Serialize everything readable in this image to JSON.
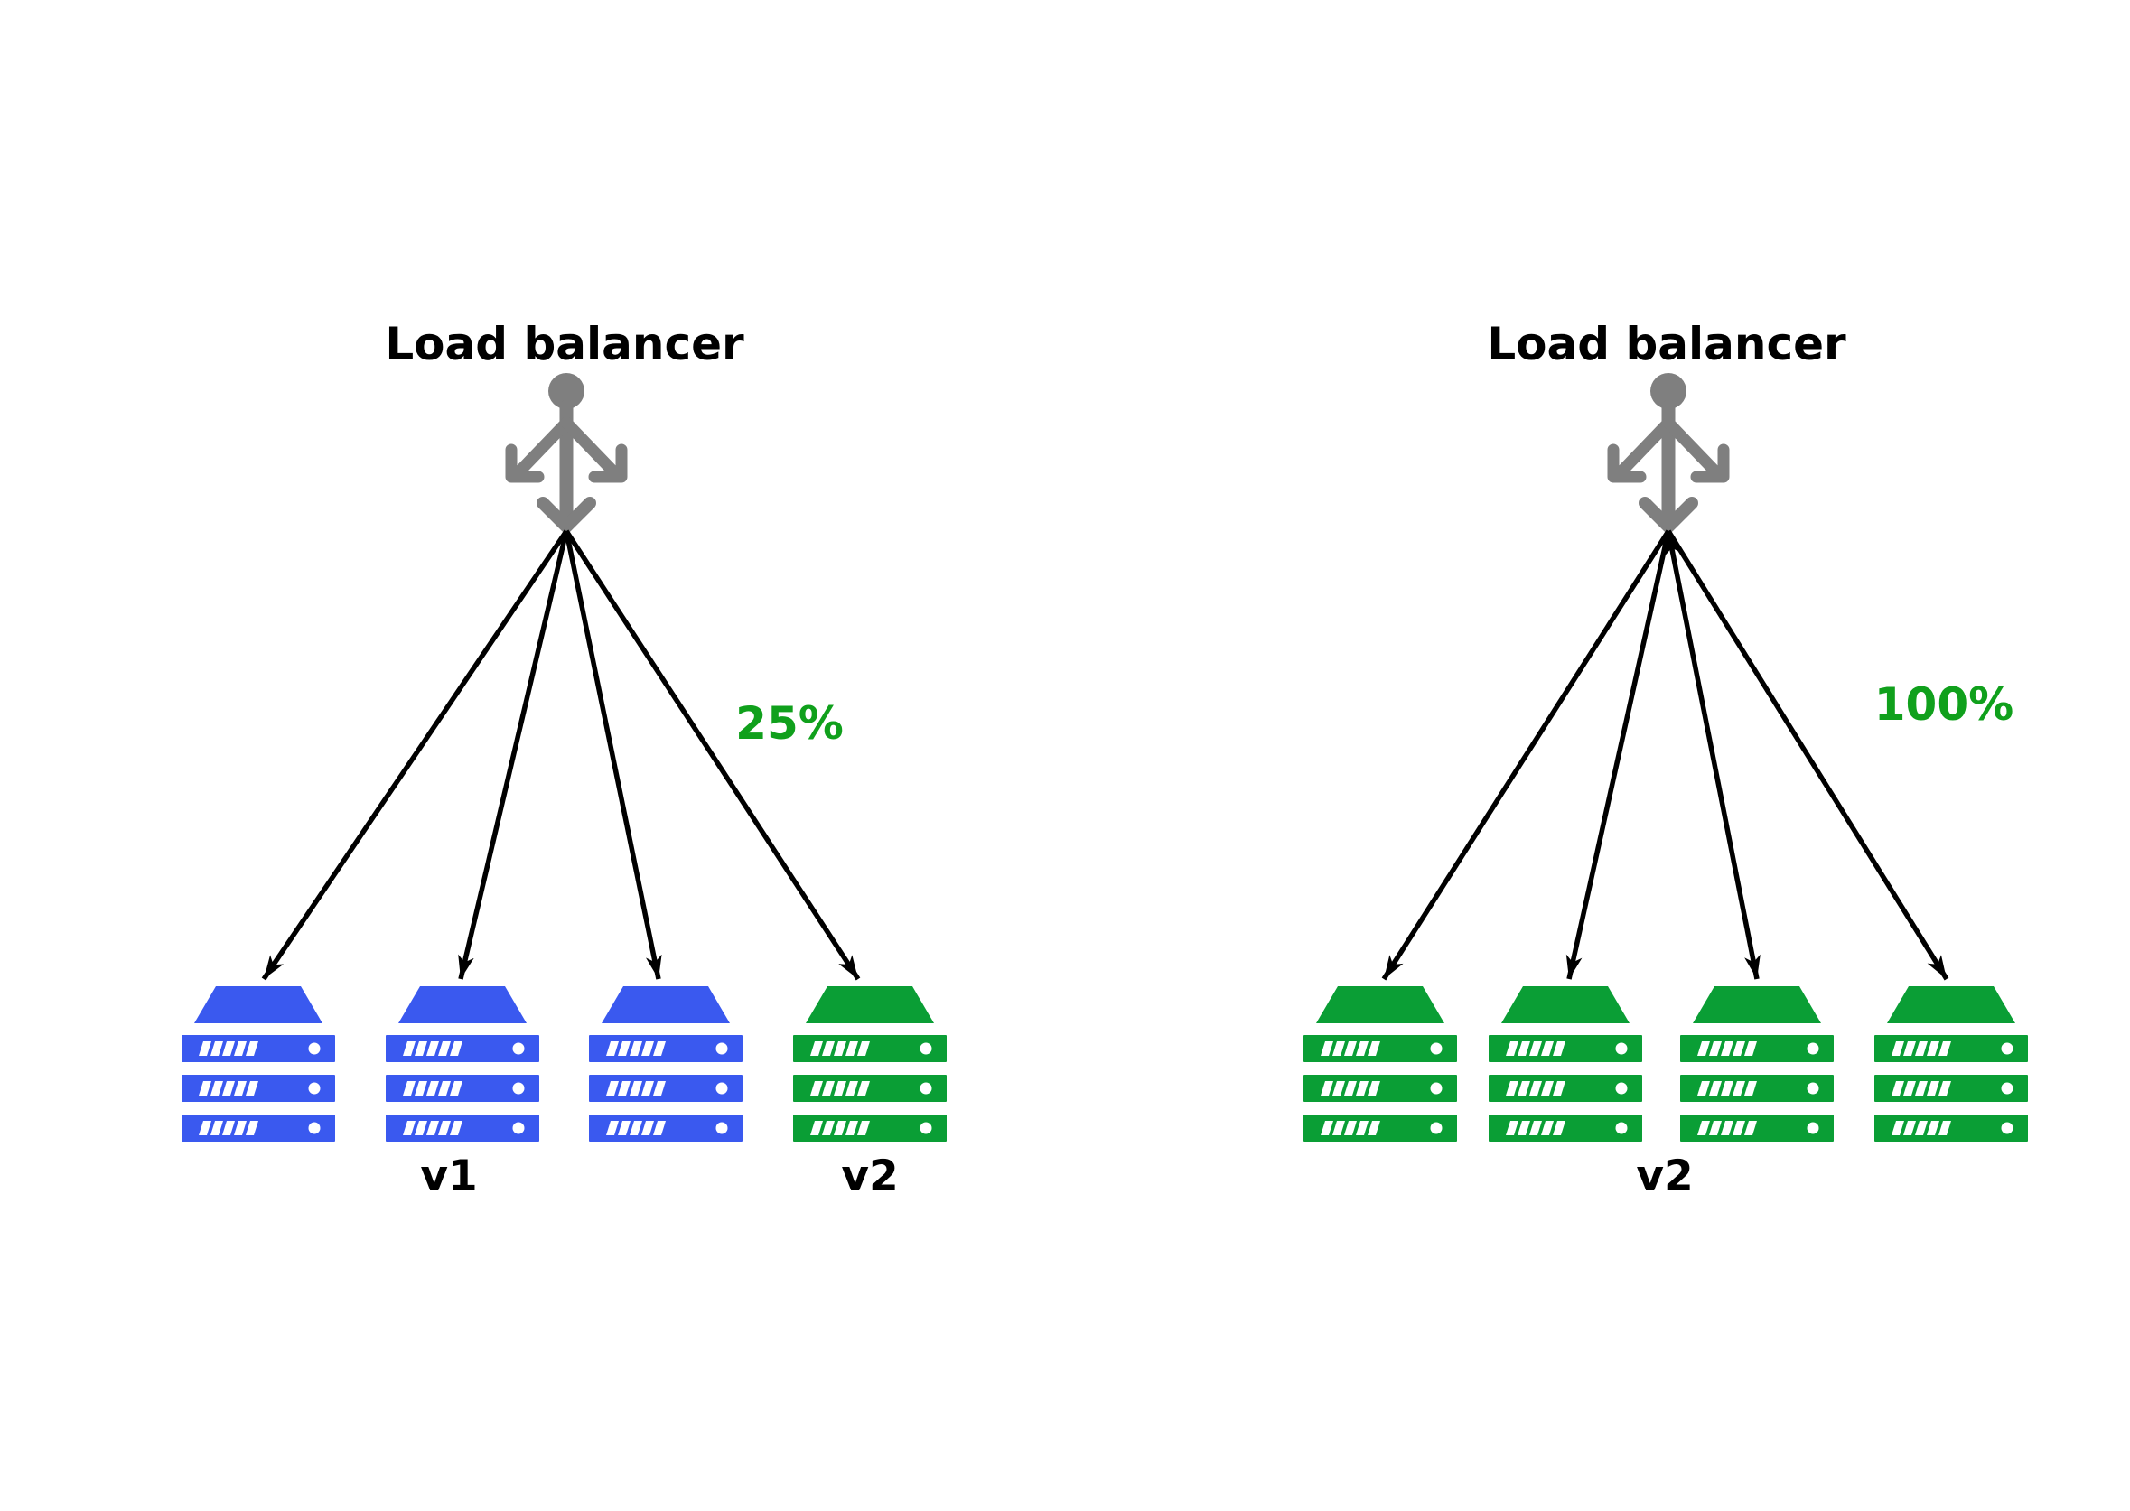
{
  "colors": {
    "background": "#FFFFFF",
    "server_blue": "#3A59EF",
    "server_green": "#0A9E35",
    "traffic_label_green": "#10A01C",
    "icon_gray": "#7F7F7F",
    "arrow_black": "#000000",
    "title_black": "#000000"
  },
  "icons": {
    "load_balancer": "split-arrows-stick-icon",
    "server": "server-stack-rack-icon"
  },
  "left_diagram": {
    "title": "Load balancer",
    "traffic_share_label": "25%",
    "stacks": [
      {
        "version": "v1",
        "color": "server_blue"
      },
      {
        "version": "v1",
        "color": "server_blue"
      },
      {
        "version": "v1",
        "color": "server_blue"
      },
      {
        "version": "v2",
        "color": "server_green"
      }
    ],
    "group_labels": [
      {
        "text": "v1"
      },
      {
        "text": "v2"
      }
    ]
  },
  "right_diagram": {
    "title": "Load balancer",
    "traffic_share_label": "100%",
    "stacks": [
      {
        "version": "v2",
        "color": "server_green"
      },
      {
        "version": "v2",
        "color": "server_green"
      },
      {
        "version": "v2",
        "color": "server_green"
      },
      {
        "version": "v2",
        "color": "server_green"
      }
    ],
    "group_labels": [
      {
        "text": "v2"
      }
    ]
  }
}
